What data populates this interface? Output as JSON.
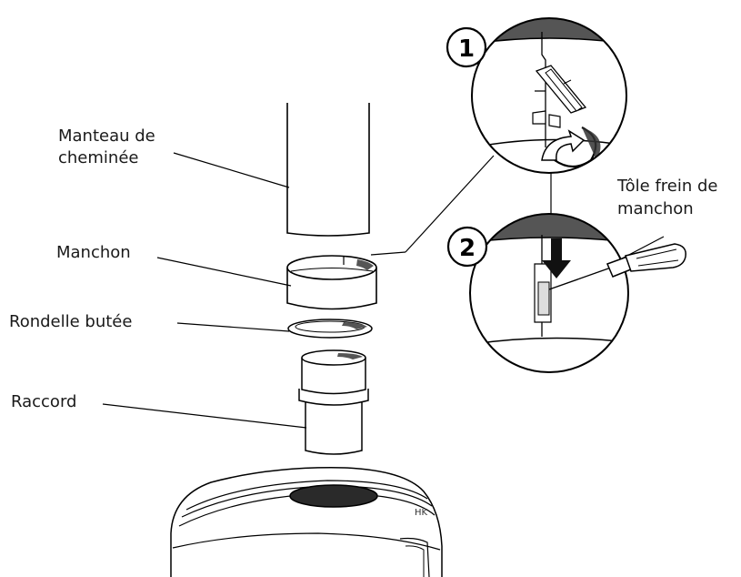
{
  "labels": {
    "manteau_line1": "Manteau de",
    "manteau_line2": "cheminée",
    "manchon": "Manchon",
    "rondelle": "Rondelle butée",
    "raccord": "Raccord",
    "tole_line1": "Tôle frein de",
    "tole_line2": "manchon"
  },
  "steps": {
    "step1": "1",
    "step2": "2"
  },
  "stove_marking": "HK"
}
